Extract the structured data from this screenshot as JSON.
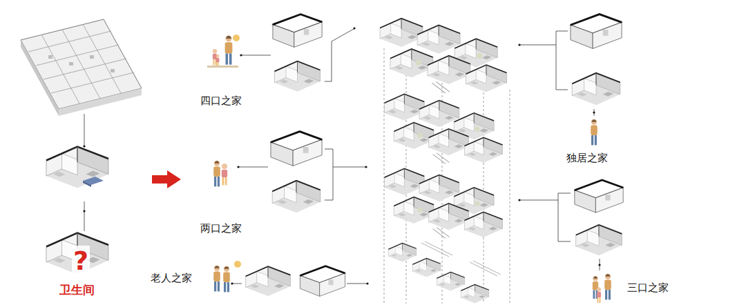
{
  "diagram": {
    "labels": [
      "四口之家",
      "两口之家",
      "老人之家",
      "独居之家",
      "三口之家",
      "?",
      "卫生间"
    ]
  }
}
